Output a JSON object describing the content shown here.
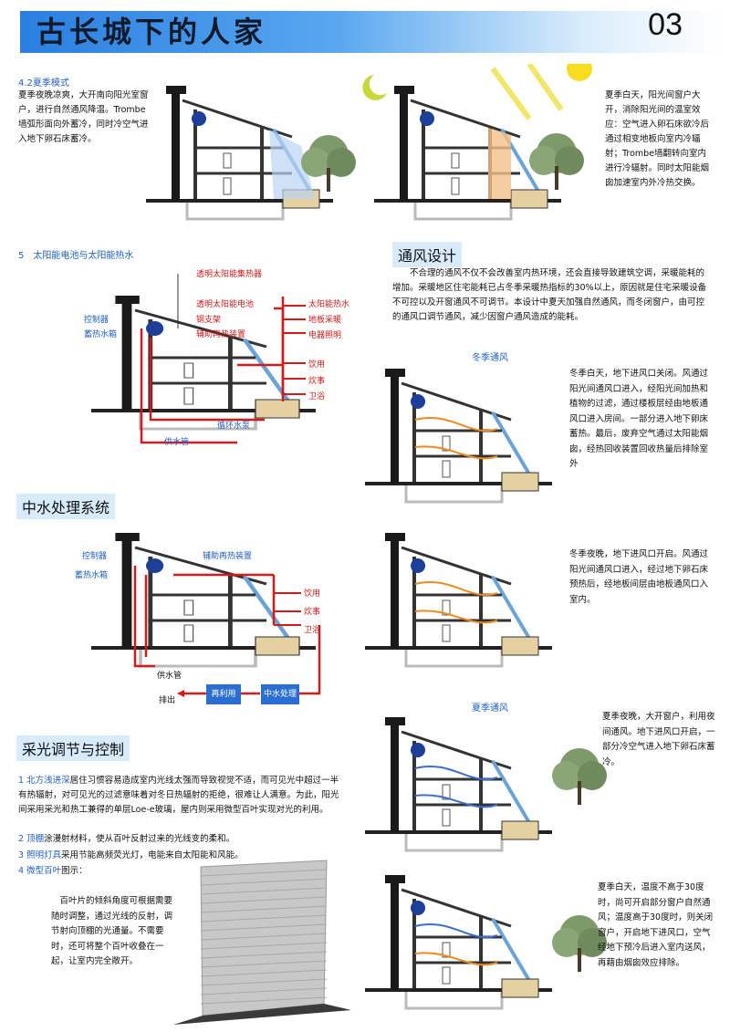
{
  "header": {
    "title": "古长城下的人家",
    "page_number": "03"
  },
  "summer_mode": {
    "heading": "4.2夏季模式",
    "left_text": "夏季夜晚凉爽，大开南向阳光室窗户，进行自然通风降温。Trombe墙弧形面向外蓄冷，同时冷空气进入地下卵石床蓄冷。",
    "right_text": "夏季白天，阳光间窗户大开，消除阳光间的温室效应：空气进入卵石床欲冷后通过相变地板向室内冷辐射；Trombe墙翻转向室内进行冷辐射。同时太阳能烟囱加速室内外冷热交换。"
  },
  "solar": {
    "heading": "5　太阳能电池与太阳能热水",
    "labels": {
      "collector": "透明太阳能集热器",
      "cell": "透明太阳能电池",
      "frame": "钢支架",
      "aux": "辅助再热装置",
      "controller": "控制器",
      "tank": "蓄热水箱",
      "hot_water": "太阳能热水",
      "floor_heat": "地板采暖",
      "lighting": "电器照明",
      "drink": "饮用",
      "cook": "炊事",
      "bath": "卫浴",
      "pump": "循环水泵",
      "supply": "供水管"
    }
  },
  "ventilation": {
    "heading": "通风设计",
    "intro": "不合理的通风不仅不会改善室内热环境，还会直接导致建筑空调，采暖能耗的增加。采暖地区住宅能耗已占冬季采暖热指标的30%以上，原因就是住宅采暖设备不可控以及开窗通风不可调节。本设计中夏天加强自然通风，而冬闭窗户，由可控的通风口调节通风，减少因窗户通风造成的能耗。",
    "winter_label": "冬季通风",
    "winter_day": "冬季白天，地下进风口关闭。风通过阳光间通风口进入，经阳光间加热和植物的过滤，通过楼板层经由地板通风口进入房间。一部分进入地下卵床蓄热。最后，废弃空气通过太阳能烟囱，经热回收装置回收热量后排除室外",
    "winter_night": "冬季夜晚，地下进风口开启。风通过阳光间通风口进入，经过地下卵石床预热后，经地板间层由地板通风口入室内。",
    "summer_label": "夏季通风",
    "summer_night": "夏季夜晚，大开窗户，利用夜间通风。地下进风口开启，一部分冷空气进入地下卵石床蓄冷。",
    "summer_day": "夏季白天，温度不高于30度时，尚可开启部分窗户自然通风；温度高于30度时，则关闭窗户，开启地下进风口，空气经地下预冷后进入室内送风，再藉由烟囱效应排除。"
  },
  "greywater": {
    "heading": "中水处理系统",
    "labels": {
      "controller": "控制器",
      "tank": "蓄热水箱",
      "aux": "辅助再热装置",
      "drink": "饮用",
      "cook": "炊事",
      "bath": "卫浴",
      "supply": "供水管",
      "discharge": "排出",
      "reuse": "再利用",
      "treat": "中水处理"
    }
  },
  "lighting": {
    "heading": "采光调节与控制",
    "item1_num": "1",
    "item1_key": "北方浅进深",
    "item1_text": "居住习惯容易造成室内光线太强而导致视觉不适，而可见光中超过一半有热辐射，对可见光的过滤意味着对冬日热辐射的拒绝，很难让人满意。为此，阳光间采用采光和热工兼得的单层Loe-e玻璃，屋内则采用微型百叶实现对光的利用。",
    "item2_num": "2",
    "item2_key": "顶棚",
    "item2_text": "涂漫射材料，使从百叶反射过来的光线变的柔和。",
    "item3_num": "3",
    "item3_key": "照明灯具",
    "item3_text": "采用节能高频荧光灯，电能来自太阳能和风能。",
    "item4_num": "4",
    "item4_key": "微型百叶",
    "item4_text": "图示：",
    "blind_text": "百叶片的倾斜角度可根据需要随时调整，通过光线的反射，调节射向顶棚的光通量。不需要时，还可将整个百叶收叠在一起，让室内完全敞开。"
  },
  "colors": {
    "accent": "#2a7fe0",
    "red": "#d61a1a",
    "label_blue": "#1f5fc2",
    "orange": "#f08a1c",
    "sky": "#cfe6fb"
  }
}
